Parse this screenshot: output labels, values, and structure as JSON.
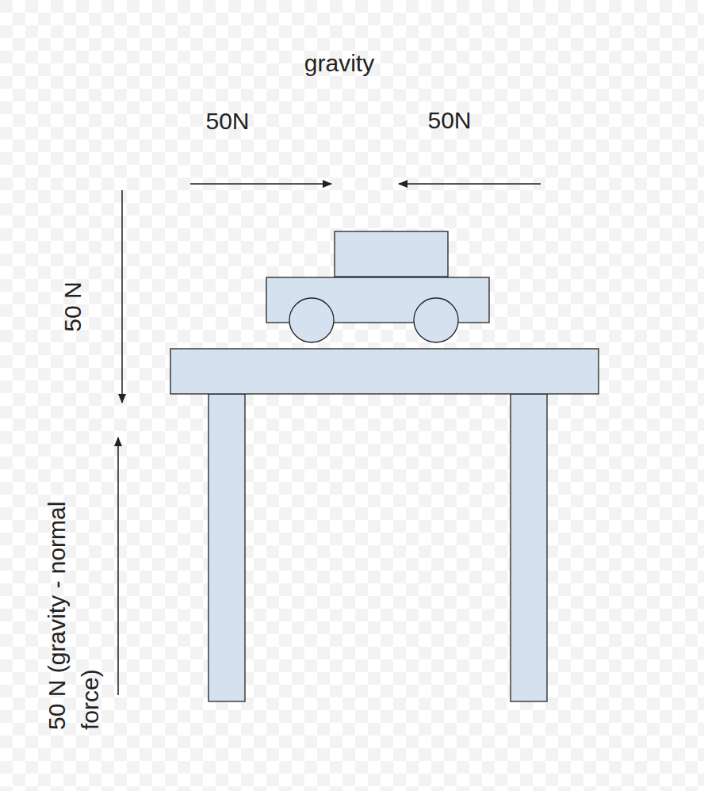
{
  "diagram": {
    "labels": [
      "gravity",
      "50N",
      "50N",
      "50 N",
      "50 N (gravity - normal force)"
    ]
  }
}
